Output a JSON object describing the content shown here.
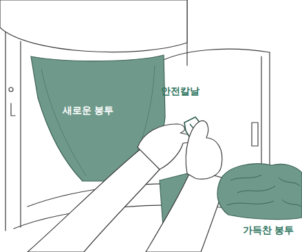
{
  "diagram": {
    "labels": [
      "새로운 봉투",
      "안전칼날",
      "가득찬 봉투"
    ]
  }
}
